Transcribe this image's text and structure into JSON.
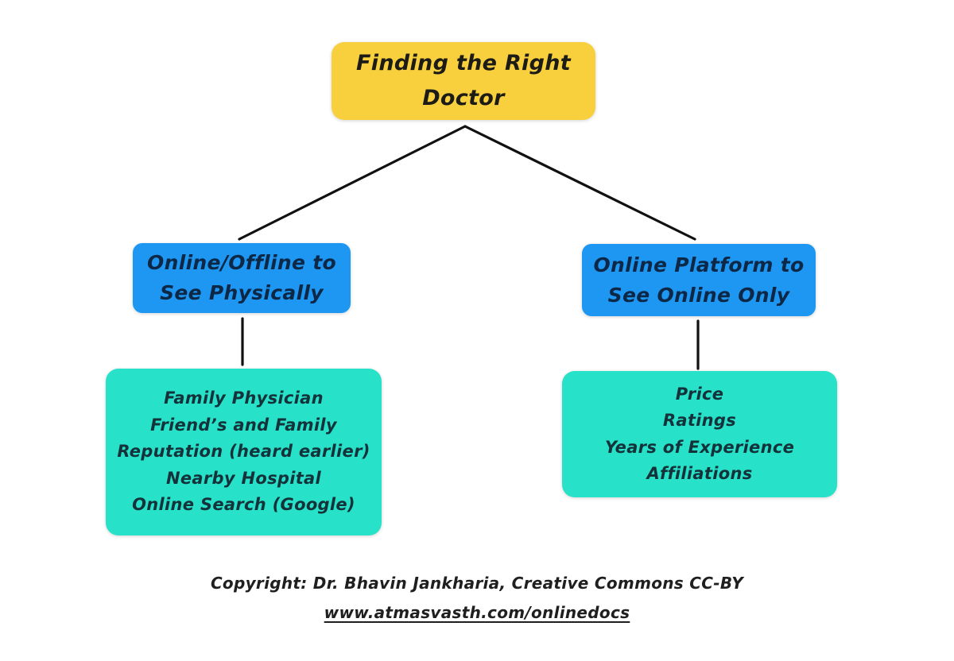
{
  "diagram": {
    "title": "Finding the Right Doctor",
    "colors": {
      "root_bg": "#F8D03E",
      "branch_bg": "#1E97F2",
      "leaf_bg": "#27E1C8",
      "connector_line": "#111111",
      "root_text": "#1c1b15",
      "branch_text": "#0d2746",
      "leaf_text": "#14323a",
      "footer_text": "#1f1f1f",
      "background": "#ffffff"
    },
    "root": {
      "line1": "Finding the Right",
      "line2": "Doctor"
    },
    "left_branch": {
      "line1": "Online/Offline to",
      "line2": "See Physically"
    },
    "right_branch": {
      "line1": "Online Platform to",
      "line2": "See Online Only"
    },
    "left_leaf": {
      "items": [
        "Family Physician",
        "Friend’s and Family",
        "Reputation (heard earlier)",
        "Nearby Hospital",
        "Online Search (Google)"
      ]
    },
    "right_leaf": {
      "items": [
        "Price",
        "Ratings",
        "Years of Experience",
        "Affiliations"
      ]
    },
    "edges": [
      {
        "from": "root",
        "to": "left_branch"
      },
      {
        "from": "root",
        "to": "right_branch"
      },
      {
        "from": "left_branch",
        "to": "left_leaf"
      },
      {
        "from": "right_branch",
        "to": "right_leaf"
      }
    ]
  },
  "footer": {
    "copyright": "Copyright: Dr. Bhavin Jankharia, Creative Commons CC-BY",
    "url": "www.atmasvasth.com/onlinedocs"
  }
}
